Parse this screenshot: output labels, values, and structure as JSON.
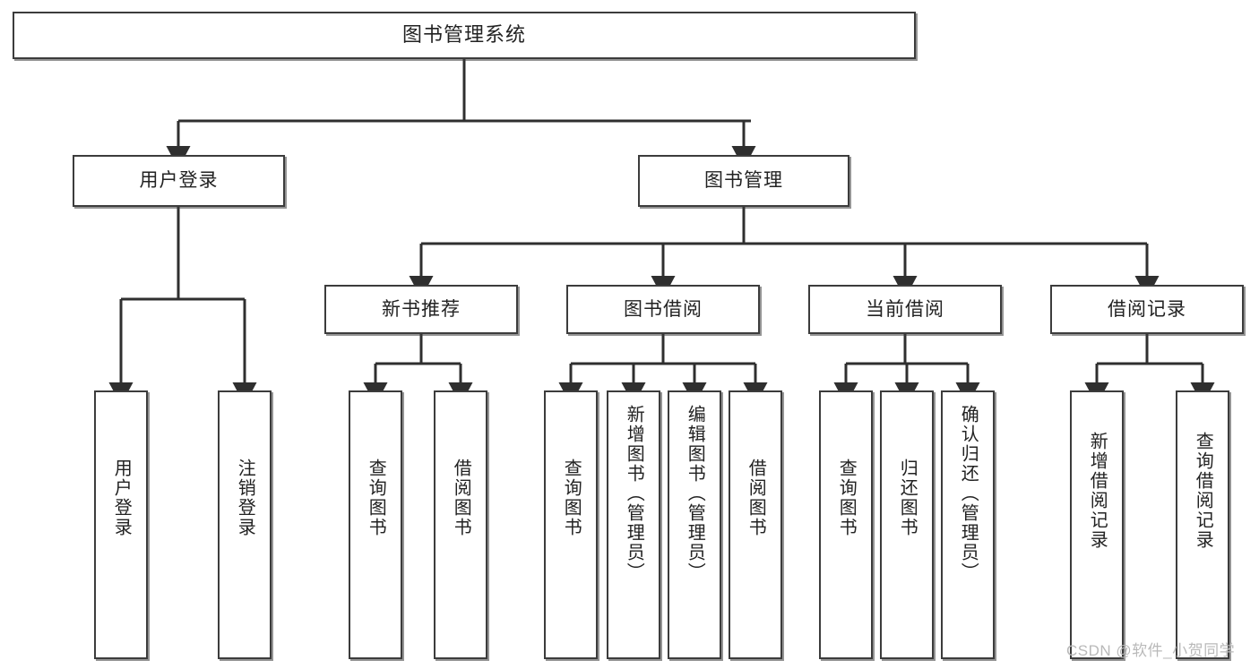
{
  "diagram": {
    "title": "图书管理系统",
    "type": "tree-hierarchy-chart",
    "watermark": "CSDN @软件_小贺同学",
    "colors": {
      "stroke": "#3c3c3c",
      "background": "#ffffff",
      "text": "#222222",
      "watermark": "#b9b9b9"
    },
    "root": {
      "label": "图书管理系统"
    },
    "level2": [
      {
        "id": "user-login",
        "label": "用户登录"
      },
      {
        "id": "book-management",
        "label": "图书管理"
      }
    ],
    "level3": [
      {
        "id": "new-book-recommend",
        "label": "新书推荐"
      },
      {
        "id": "book-borrow",
        "label": "图书借阅"
      },
      {
        "id": "current-borrow",
        "label": "当前借阅"
      },
      {
        "id": "borrow-record",
        "label": "借阅记录"
      }
    ],
    "leaves": {
      "user_login": [
        {
          "id": "leaf-user-login",
          "label": "用户登录"
        },
        {
          "id": "leaf-logout-login",
          "label": "注销登录"
        }
      ],
      "new_book_recommend": [
        {
          "id": "leaf-query-book-1",
          "label": "查询图书"
        },
        {
          "id": "leaf-borrow-book-1",
          "label": "借阅图书"
        }
      ],
      "book_borrow": [
        {
          "id": "leaf-query-book-2",
          "label": "查询图书"
        },
        {
          "id": "leaf-add-book",
          "label": "新增图书（管理员）"
        },
        {
          "id": "leaf-edit-book",
          "label": "编辑图书（管理员）"
        },
        {
          "id": "leaf-borrow-book-2",
          "label": "借阅图书"
        }
      ],
      "current_borrow": [
        {
          "id": "leaf-query-book-3",
          "label": "查询图书"
        },
        {
          "id": "leaf-return-book",
          "label": "归还图书"
        },
        {
          "id": "leaf-confirm-return",
          "label": "确认归还（管理员）"
        }
      ],
      "borrow_record": [
        {
          "id": "leaf-add-record",
          "label": "新增借阅记录"
        },
        {
          "id": "leaf-query-record",
          "label": "查询借阅记录"
        }
      ]
    }
  }
}
